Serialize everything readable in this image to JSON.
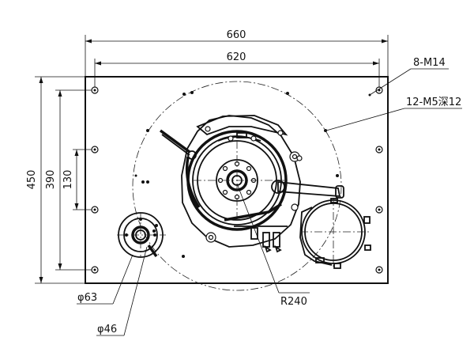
{
  "drawing": {
    "dims": {
      "overall_width": "660",
      "hole_spacing_width": "620",
      "overall_height": "450",
      "hole_spacing_height": "390",
      "inner_spacing_height": "130"
    },
    "callouts": {
      "corner_holes": "8-M14",
      "tapped_holes": "12-M5深12",
      "large_radius": "R240",
      "small_outer_dia": "φ63",
      "small_inner_dia": "φ46"
    }
  }
}
